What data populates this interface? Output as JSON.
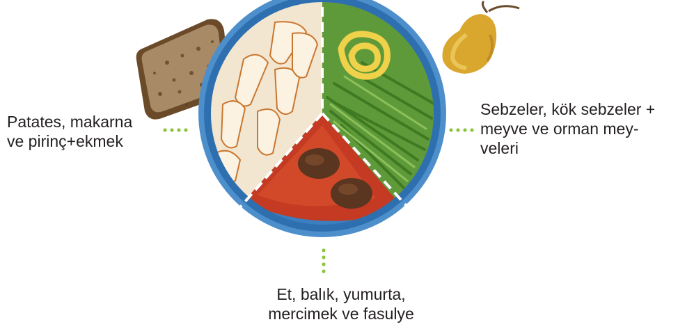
{
  "diagram": {
    "labels": {
      "starches": [
        "Patates, makarna",
        "ve pirinç+ekmek"
      ],
      "vegetables": [
        "Sebzeler, kök sebzeler +",
        "meyve ve orman mey-",
        "veleri"
      ],
      "proteins": [
        "Et, balık, yumurta,",
        "mercimek ve fasulye"
      ]
    },
    "colors": {
      "plate": "#2e6fb0",
      "plate_rim": "#4d8fcb",
      "connector_dots": "#8cc63f",
      "divider": "#ffffff",
      "text": "#231f20"
    }
  }
}
